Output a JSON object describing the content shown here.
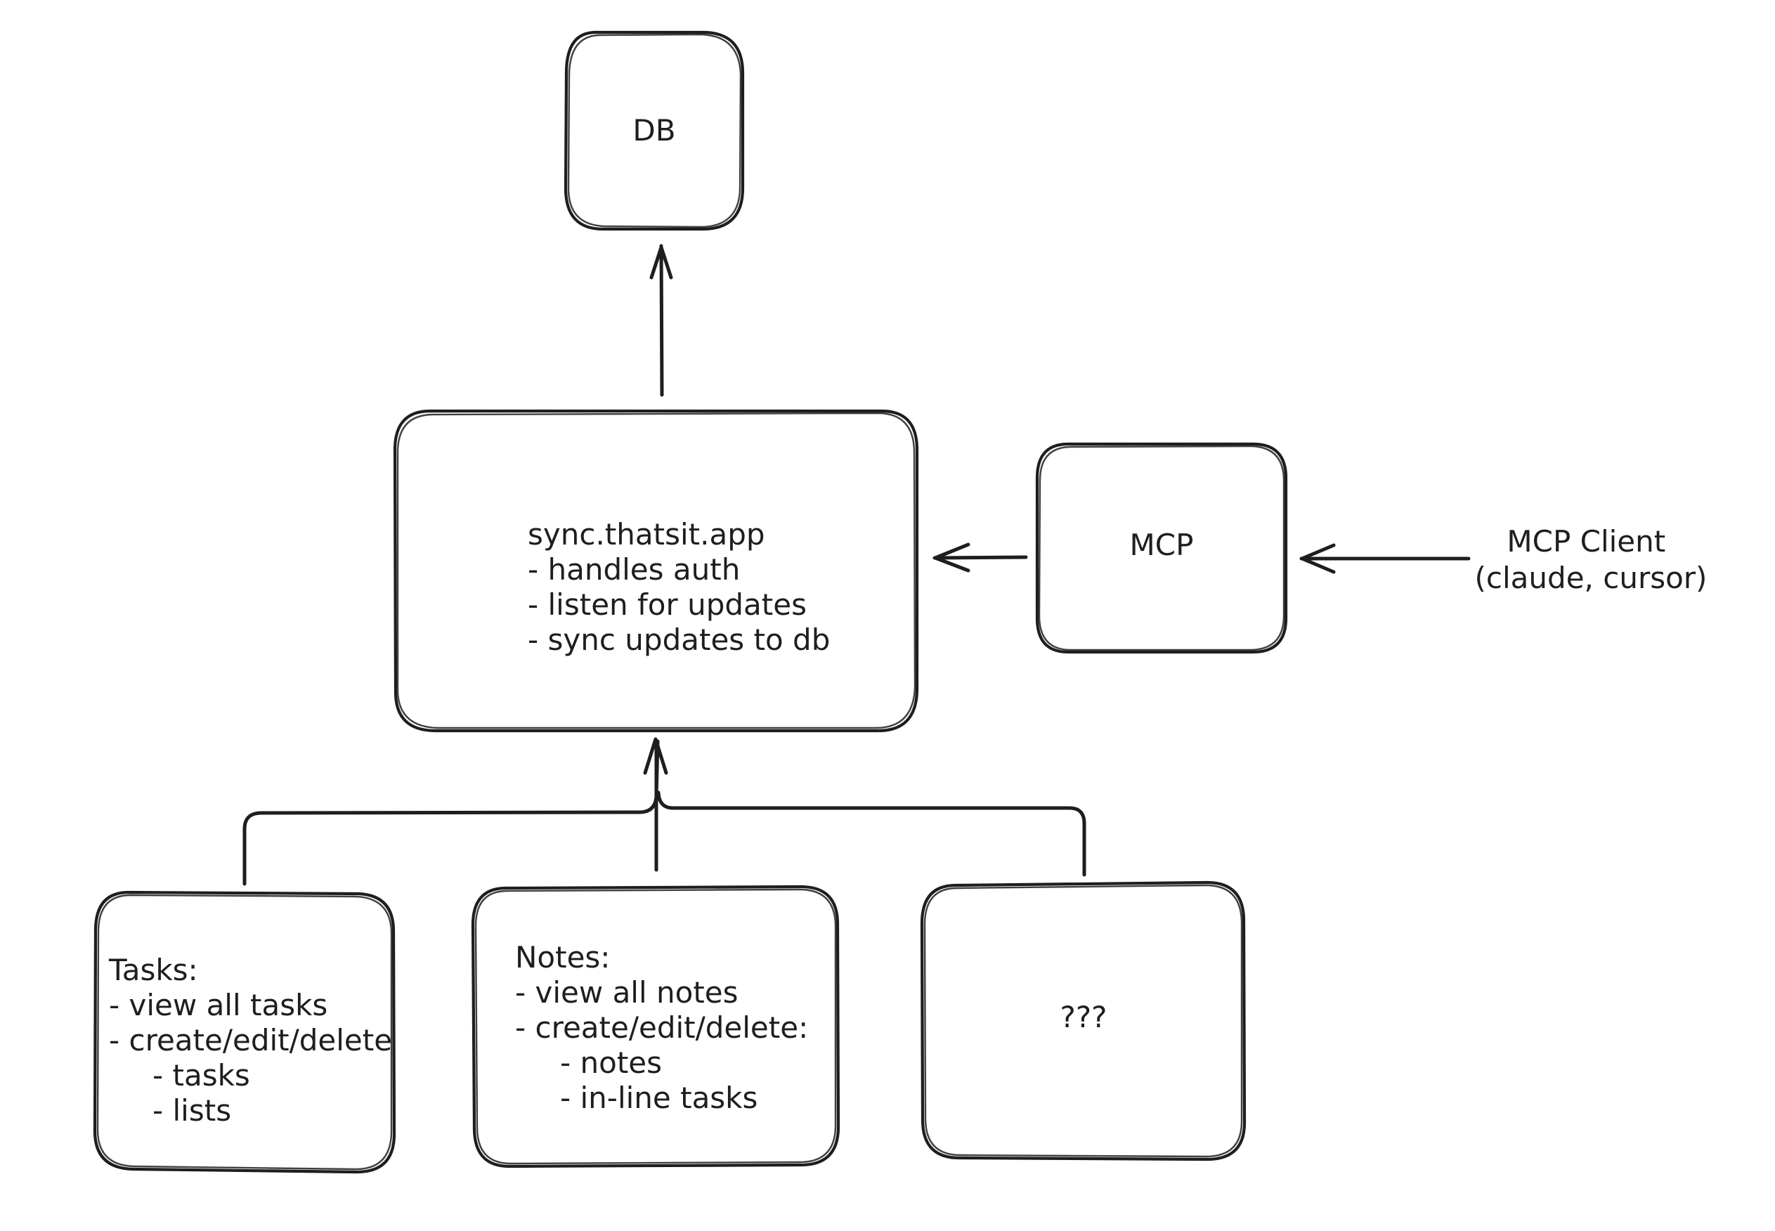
{
  "nodes": {
    "db": {
      "label": "DB"
    },
    "sync": {
      "lines": [
        "sync.thatsit.app",
        "- handles auth",
        "- listen for updates",
        "- sync updates to db"
      ]
    },
    "mcp": {
      "label": "MCP"
    },
    "mcp_client": {
      "lines": [
        "MCP Client",
        "(claude, cursor)"
      ]
    },
    "tasks": {
      "lines": [
        "Tasks:",
        "- view all tasks",
        "- create/edit/delete",
        "- tasks",
        "- lists"
      ]
    },
    "notes": {
      "lines": [
        "Notes:",
        "- view all notes",
        "- create/edit/delete:",
        "- notes",
        "- in-line tasks"
      ]
    },
    "unknown": {
      "label": "???"
    }
  },
  "colors": {
    "stroke": "#1e1e1e",
    "background": "#ffffff"
  }
}
